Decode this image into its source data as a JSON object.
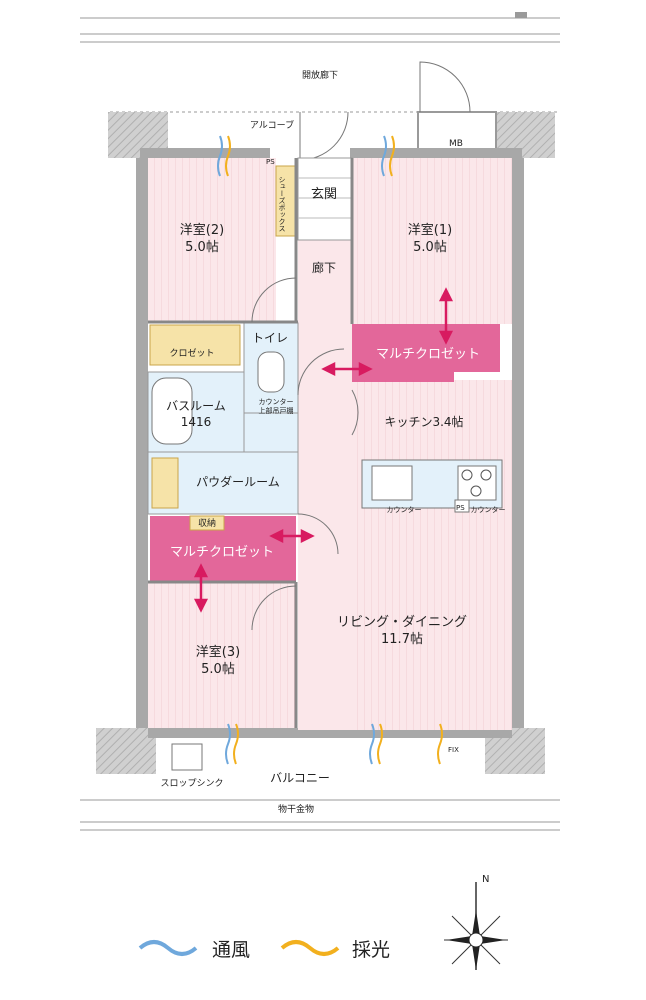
{
  "labels": {
    "open_corridor": "開放廊下",
    "alcove": "アルコーブ",
    "mb": "MB",
    "ps": "PS",
    "shoe_box": "シューズボックス",
    "entrance": "玄関",
    "hallway": "廊下",
    "western_room_2": "洋室(2)",
    "western_room_2_size": "5.0帖",
    "western_room_1": "洋室(1)",
    "western_room_1_size": "5.0帖",
    "closet": "クロゼット",
    "toilet": "トイレ",
    "toilet_counter": "カウンター",
    "toilet_cabinet": "上部吊戸棚",
    "multi_closet_1": "マルチクロゼット",
    "bathroom": "バスルーム",
    "bathroom_size": "1416",
    "kitchen": "キッチン3.4帖",
    "powder_room": "パウダールーム",
    "kitchen_counter_left": "カウンター",
    "kitchen_counter_right": "カウンター",
    "storage": "収納",
    "multi_closet_2": "マルチクロゼット",
    "living_dining": "リビング・ダイニング",
    "living_dining_size": "11.7帖",
    "western_room_3": "洋室(3)",
    "western_room_3_size": "5.0帖",
    "fix": "FIX",
    "slop_sink": "スロップシンク",
    "balcony": "バルコニー",
    "laundry_hanger": "物干金物",
    "compass_n": "N"
  },
  "legend": {
    "ventilation": "通風",
    "daylight": "採光"
  },
  "colors": {
    "room_floor": "#fbe7ea",
    "wet_area": "#e3f1fa",
    "multi_closet": "#e0578f",
    "closet": "#f6e3a8",
    "wall": "#9a9a9a",
    "ventilation": "#6fa8dc",
    "daylight": "#f2b01e",
    "arrow": "#d81b60"
  },
  "icons": [
    "ventilation-wave-icon",
    "daylight-wave-icon",
    "compass-star-icon",
    "double-arrow-icon"
  ]
}
